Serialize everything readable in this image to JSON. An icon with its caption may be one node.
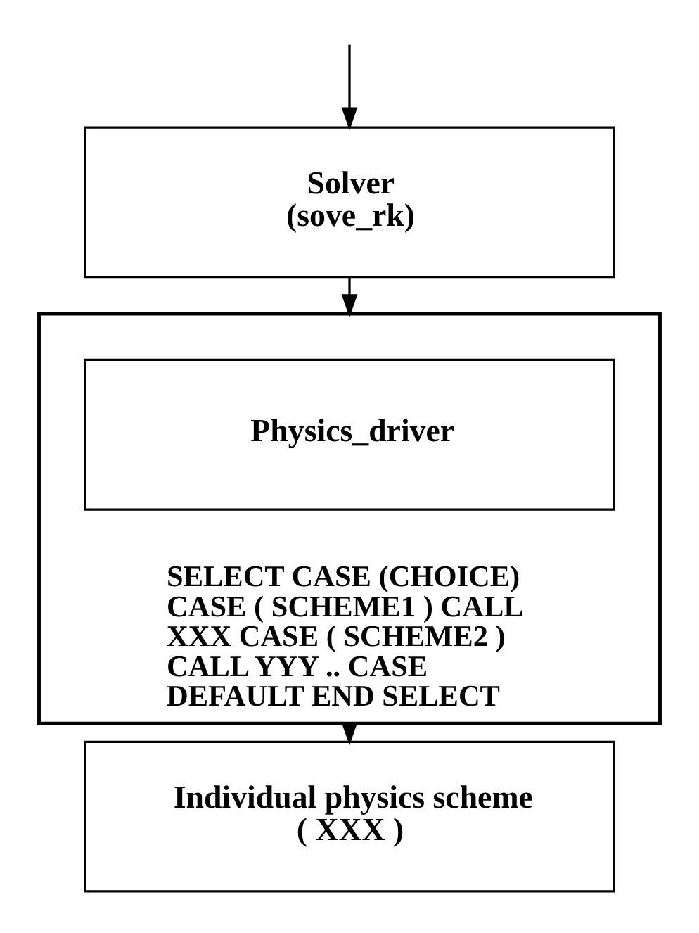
{
  "diagram": {
    "nodes": [
      {
        "text": [
          "Solver",
          "(sove_rk)"
        ]
      },
      {
        "text": [
          "SELECT CASE (CHOICE) CASE ( SCHEME1 ) CALL XXX CASE ( SCHEME2 ) CALL YYY .. CASE DEFAULT END SELECT"
        ]
      },
      {
        "text": [
          "Physics_driver"
        ],
        "in": 1
      },
      {
        "text": [
          "Individual physics scheme",
          "( XXX )"
        ]
      }
    ],
    "edges": [
      {
        "from": null,
        "to": 0,
        "arrow": "to"
      },
      {
        "from": 0,
        "to": 1,
        "arrow": "to"
      },
      {
        "from": 1,
        "to": 3,
        "arrow": "to"
      }
    ]
  }
}
